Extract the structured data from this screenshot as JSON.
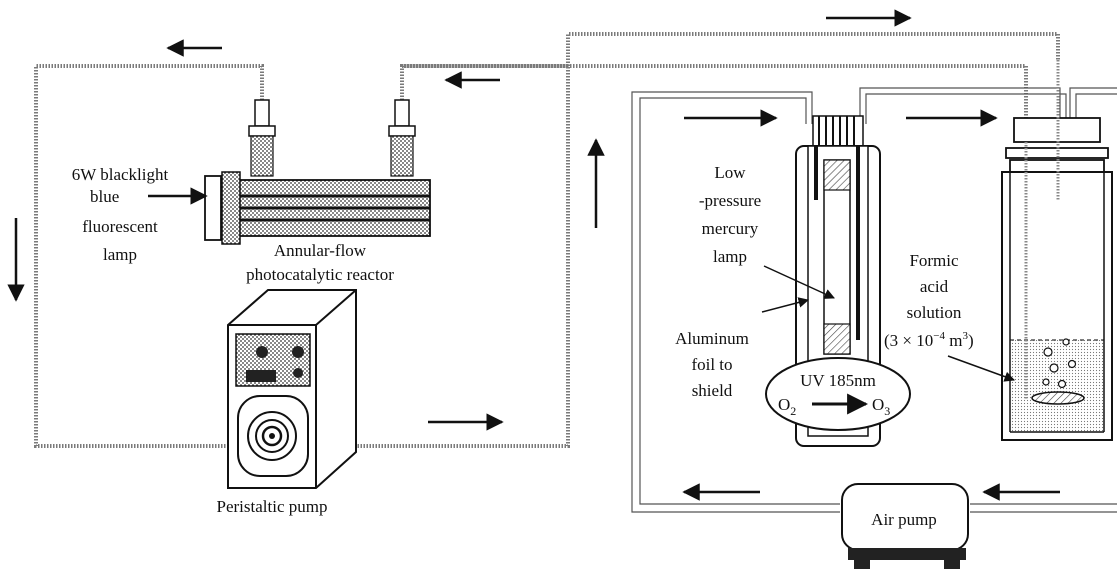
{
  "labels": {
    "blacklight": [
      "6W blacklight",
      "blue",
      "fluorescent",
      "lamp"
    ],
    "reactor": [
      "Annular-flow",
      "photocatalytic reactor"
    ],
    "pump": "Peristaltic pump",
    "mercury_lamp": [
      "Low",
      "-pressure",
      "mercury",
      "lamp"
    ],
    "foil": [
      "Aluminum",
      "foil to",
      "shield"
    ],
    "uv": "UV 185nm",
    "o2": "O",
    "o2_sub": "2",
    "o3": "O",
    "o3_sub": "3",
    "formic": [
      "Formic",
      "acid",
      "solution"
    ],
    "volume_pre": "(3 × 10",
    "volume_exp": "−4",
    "volume_unit": " m",
    "volume_unit_exp": "3",
    "volume_post": ")",
    "air_pump": "Air pump"
  },
  "icons": {
    "flow_arrow": "flow-arrow-icon",
    "pointer_arrow": "pointer-arrow-icon"
  }
}
